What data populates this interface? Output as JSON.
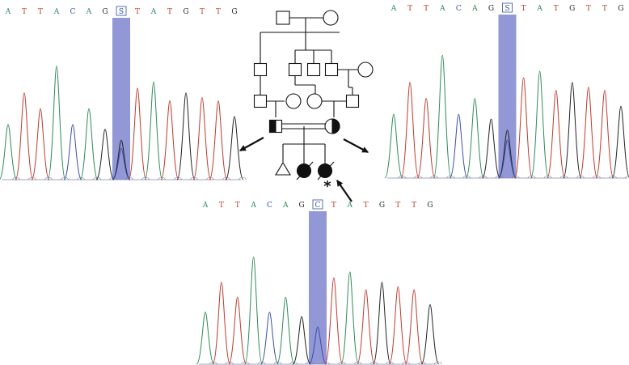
{
  "colors": {
    "A": "#2e8b57",
    "T": "#c0392b",
    "C": "#3a4fa8",
    "G": "#222222",
    "S": "#2f4f9f",
    "highlight": "#7f86cf",
    "ink": "#111111"
  },
  "panels": [
    {
      "id": "left",
      "bases": [
        "A",
        "T",
        "T",
        "A",
        "C",
        "A",
        "G",
        "S",
        "T",
        "A",
        "T",
        "G",
        "T",
        "T",
        "G"
      ],
      "highlight_index": 7
    },
    {
      "id": "right",
      "bases": [
        "A",
        "T",
        "T",
        "A",
        "C",
        "A",
        "G",
        "S",
        "T",
        "A",
        "T",
        "G",
        "T",
        "T",
        "G"
      ],
      "highlight_index": 7
    },
    {
      "id": "bottom",
      "bases": [
        "A",
        "T",
        "T",
        "A",
        "C",
        "A",
        "G",
        "C",
        "T",
        "A",
        "T",
        "G",
        "T",
        "T",
        "G"
      ],
      "highlight_index": 7
    }
  ],
  "pedigree": {
    "proband_marker": "*"
  }
}
